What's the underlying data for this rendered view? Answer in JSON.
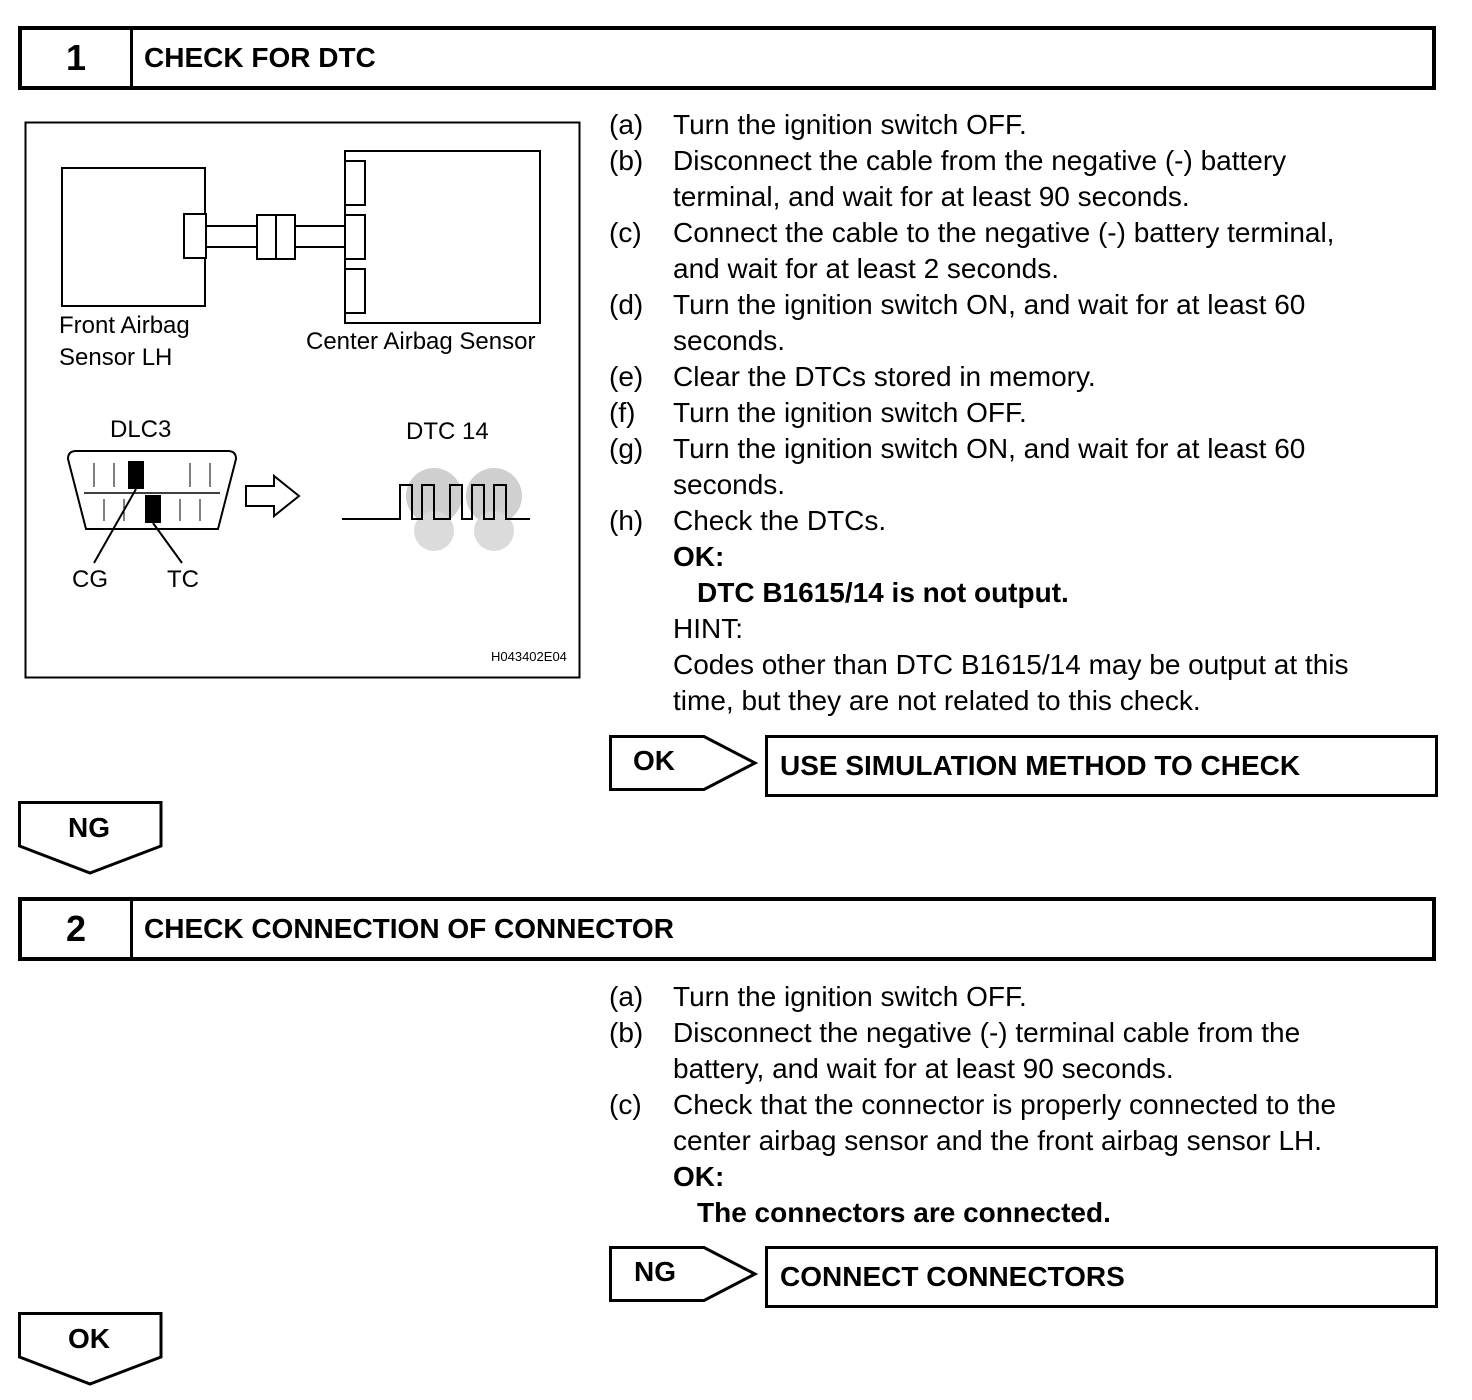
{
  "step1": {
    "number": "1",
    "title": "CHECK FOR DTC",
    "figure": {
      "front_sensor_line1": "Front Airbag",
      "front_sensor_line2": "Sensor LH",
      "center_sensor": "Center Airbag Sensor",
      "dlc3": "DLC3",
      "dtc14": "DTC 14",
      "cg": "CG",
      "tc": "TC",
      "code": "H043402E04"
    },
    "items": [
      {
        "label": "(a)",
        "lines": [
          "Turn the ignition switch OFF."
        ]
      },
      {
        "label": "(b)",
        "lines": [
          "Disconnect the cable from the negative (-) battery",
          "terminal, and wait for at least 90 seconds."
        ]
      },
      {
        "label": "(c)",
        "lines": [
          "Connect the cable to the negative (-) battery terminal,",
          "and wait for at least 2 seconds."
        ]
      },
      {
        "label": "(d)",
        "lines": [
          "Turn the ignition switch ON, and wait for at least 60",
          "seconds."
        ]
      },
      {
        "label": "(e)",
        "lines": [
          "Clear the DTCs stored in memory."
        ]
      },
      {
        "label": "(f)",
        "lines": [
          "Turn the ignition switch OFF."
        ]
      },
      {
        "label": "(g)",
        "lines": [
          "Turn the ignition switch ON, and wait for at least 60",
          "seconds."
        ]
      },
      {
        "label": "(h)",
        "lines": [
          "Check the DTCs."
        ]
      }
    ],
    "ok_label": "OK:",
    "ok_text": "DTC B1615/14 is not output.",
    "hint_label": "HINT:",
    "hint_lines": [
      "Codes other than DTC B1615/14 may be output at this",
      "time, but they are not related to this check."
    ],
    "result_arrow": "OK",
    "result_text": "USE SIMULATION METHOD TO CHECK",
    "down_arrow": "NG"
  },
  "step2": {
    "number": "2",
    "title": "CHECK CONNECTION OF CONNECTOR",
    "items": [
      {
        "label": "(a)",
        "lines": [
          "Turn the ignition switch OFF."
        ]
      },
      {
        "label": "(b)",
        "lines": [
          "Disconnect the negative (-) terminal cable from the",
          "battery, and wait for at least 90 seconds."
        ]
      },
      {
        "label": "(c)",
        "lines": [
          "Check that the connector is properly connected to the",
          "center airbag sensor and the front airbag sensor LH."
        ]
      }
    ],
    "ok_label": "OK:",
    "ok_text": "The connectors are connected.",
    "result_arrow": "NG",
    "result_text": "CONNECT CONNECTORS",
    "down_arrow": "OK"
  }
}
